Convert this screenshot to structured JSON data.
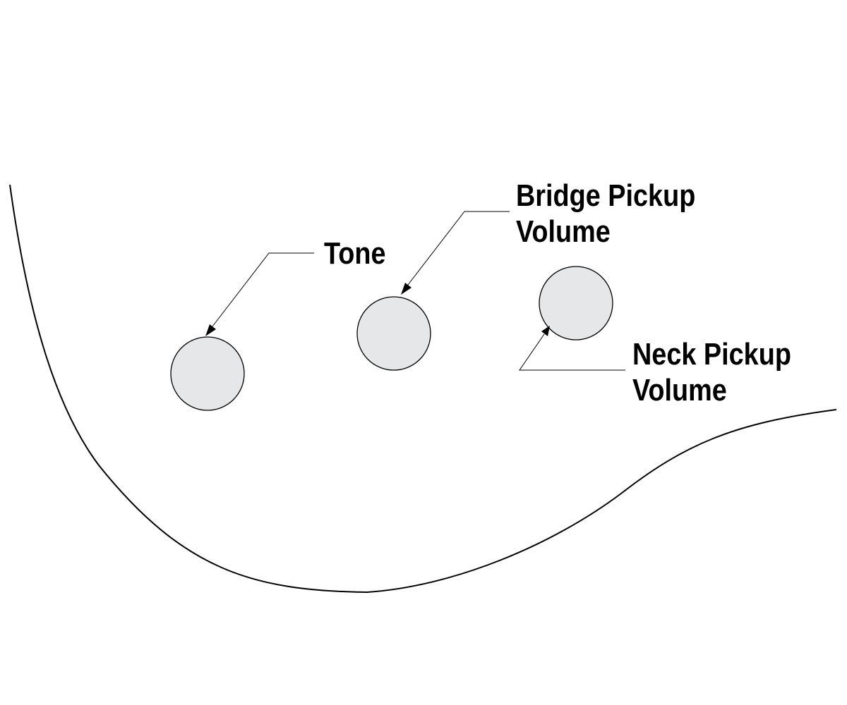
{
  "labels": {
    "tone": "Tone",
    "bridge_line1": "Bridge Pickup",
    "bridge_line2": "Volume",
    "neck_line1": "Neck Pickup",
    "neck_line2": "Volume"
  },
  "colors": {
    "knob_fill": "#e6e7e8",
    "outline": "#000000",
    "background": "#ffffff"
  }
}
